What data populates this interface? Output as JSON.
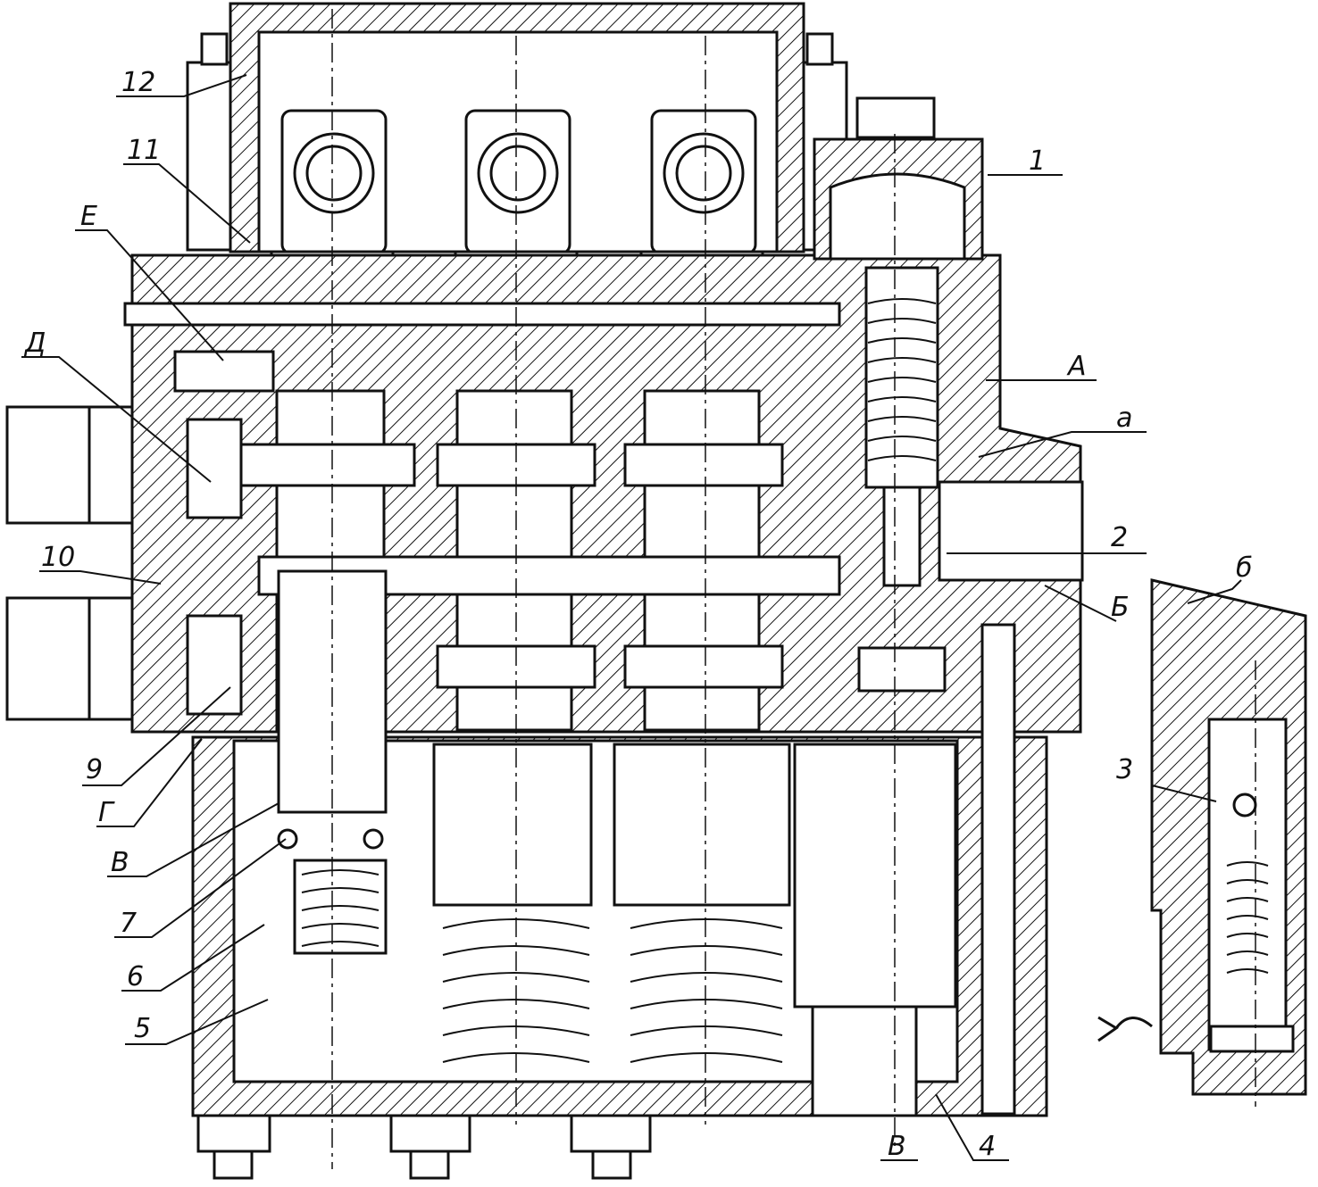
{
  "labels": {
    "n1": "1",
    "n2": "2",
    "n3": "3",
    "n4": "4",
    "n5": "5",
    "n6": "6",
    "n7": "7",
    "n9": "9",
    "n10": "10",
    "n11": "11",
    "n12": "12",
    "A": "А",
    "a": "а",
    "B_big": "Б",
    "b_small": "б",
    "V_left": "В",
    "V_bottom": "В",
    "G": "Г",
    "D": "Д",
    "E": "Е"
  },
  "colors": {
    "line": "#111111",
    "background": "#ffffff"
  }
}
